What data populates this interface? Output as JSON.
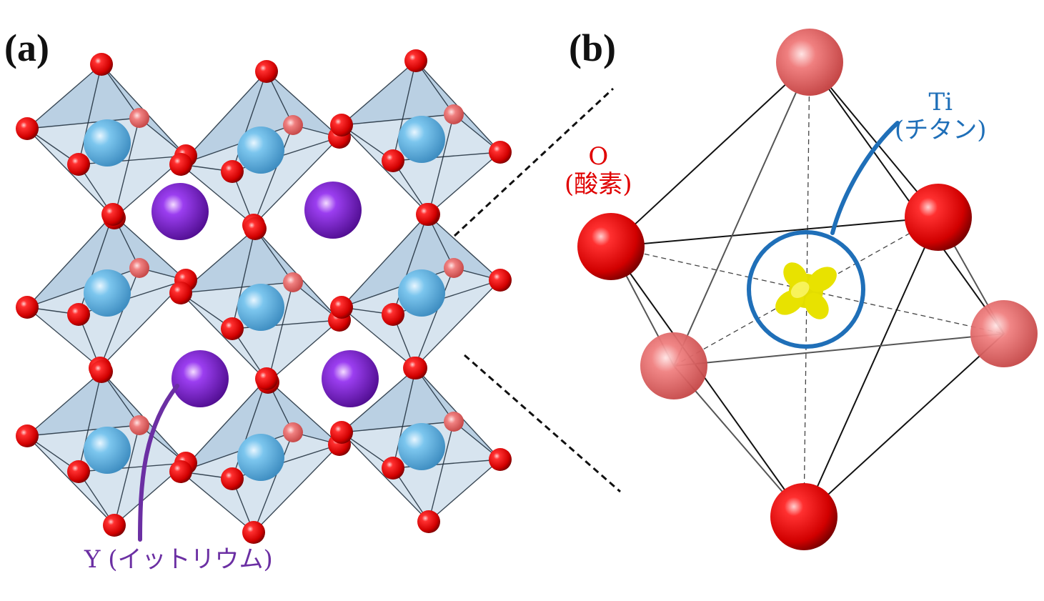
{
  "panel_a": {
    "label": "(a)",
    "y_label": "Y (イットリウム)"
  },
  "panel_b": {
    "label": "(b)",
    "o_symbol": "O",
    "o_name": "(酸素)",
    "ti_symbol": "Ti",
    "ti_name": "(チタン)"
  },
  "colors": {
    "oxygen": "#e00000",
    "titanium": "#5aaee0",
    "yttrium": "#8a2be2",
    "octahedron": "#6f9ec4",
    "y_label": "#6b2fa3",
    "ti_label": "#1f6fb8",
    "o_label": "#e00000",
    "orbital": "#e6e000"
  }
}
